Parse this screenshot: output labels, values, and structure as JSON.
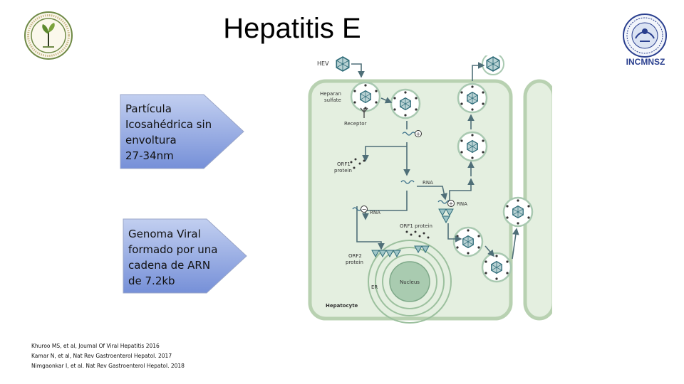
{
  "header": {
    "title": "Hepatitis E",
    "institution": "INCMNSZ"
  },
  "boxes": [
    {
      "lines": [
        "Partícula",
        "Icosahédrica sin",
        "envoltura",
        "27-34nm"
      ]
    },
    {
      "lines": [
        "Genoma Viral",
        "formado por una",
        "cadena de ARN",
        "de 7.2kb"
      ]
    }
  ],
  "references": [
    "Khuroo MS, et al, Journal Of Viral Hepatitis 2016",
    "Kamar N, et al, Nat Rev Gastroenterol Hepatol. 2017",
    "Nimgaonkar I, et al. Nat Rev Gastroenterol Hepatol. 2018"
  ],
  "diagram": {
    "hev": "HEV",
    "heparan": [
      "Heparan",
      "sulfate"
    ],
    "receptor": "Receptor",
    "orf1_protein": [
      "ORF1",
      "protein"
    ],
    "rna_plus": "RNA",
    "rna_minus": "RNA",
    "rna_plus_right": "RNA",
    "orf1_protein_mid": "ORF1 protein",
    "orf2_protein": [
      "ORF2",
      "protein"
    ],
    "er": "ER",
    "nucleus": "Nucleus",
    "hepatocyte": "Hepatocyte",
    "plus_sign": "+",
    "minus_sign": "−"
  },
  "colors": {
    "box_fill_top": "#b3c3ec",
    "box_fill_bottom": "#7d97dc",
    "cell_fill": "#e4efe0",
    "virus": "#2f6c79",
    "arrow": "#4f6f78"
  }
}
